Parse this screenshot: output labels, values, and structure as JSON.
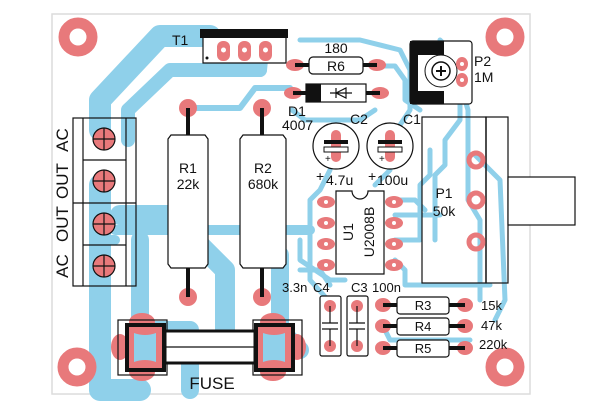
{
  "title": "U2008B phase-control PCB layout",
  "colors": {
    "board": "#ffffff",
    "board_edge": "#dcdcdc",
    "trace": "#8fd0ea",
    "pad": "#e8797b",
    "pad_hole": "#ffffff",
    "silkscreen": "#111111"
  },
  "connector": {
    "labels": [
      "AC",
      "OUT",
      "OUT",
      "AC"
    ]
  },
  "components": {
    "t1": {
      "ref": "T1"
    },
    "r6": {
      "ref": "R6",
      "value": "180"
    },
    "d1": {
      "ref": "D1",
      "value": "4007"
    },
    "p2": {
      "ref": "P2",
      "value": "1M"
    },
    "r1": {
      "ref": "R1",
      "value": "22k"
    },
    "r2": {
      "ref": "R2",
      "value": "680k"
    },
    "c2": {
      "ref": "C2",
      "value": "4.7u",
      "plus": "+"
    },
    "c1": {
      "ref": "C1",
      "value": "100u",
      "plus": "+"
    },
    "u1": {
      "ref": "U1",
      "value": "U2008B"
    },
    "p1": {
      "ref": "P1",
      "value": "50k"
    },
    "c4": {
      "ref": "C4",
      "value": "3.3n"
    },
    "c3": {
      "ref": "C3",
      "value": "100n"
    },
    "r3": {
      "ref": "R3",
      "value": "15k"
    },
    "r4": {
      "ref": "R4",
      "value": "47k"
    },
    "r5": {
      "ref": "R5",
      "value": "220k"
    },
    "fuse": {
      "ref": "FUSE"
    }
  }
}
